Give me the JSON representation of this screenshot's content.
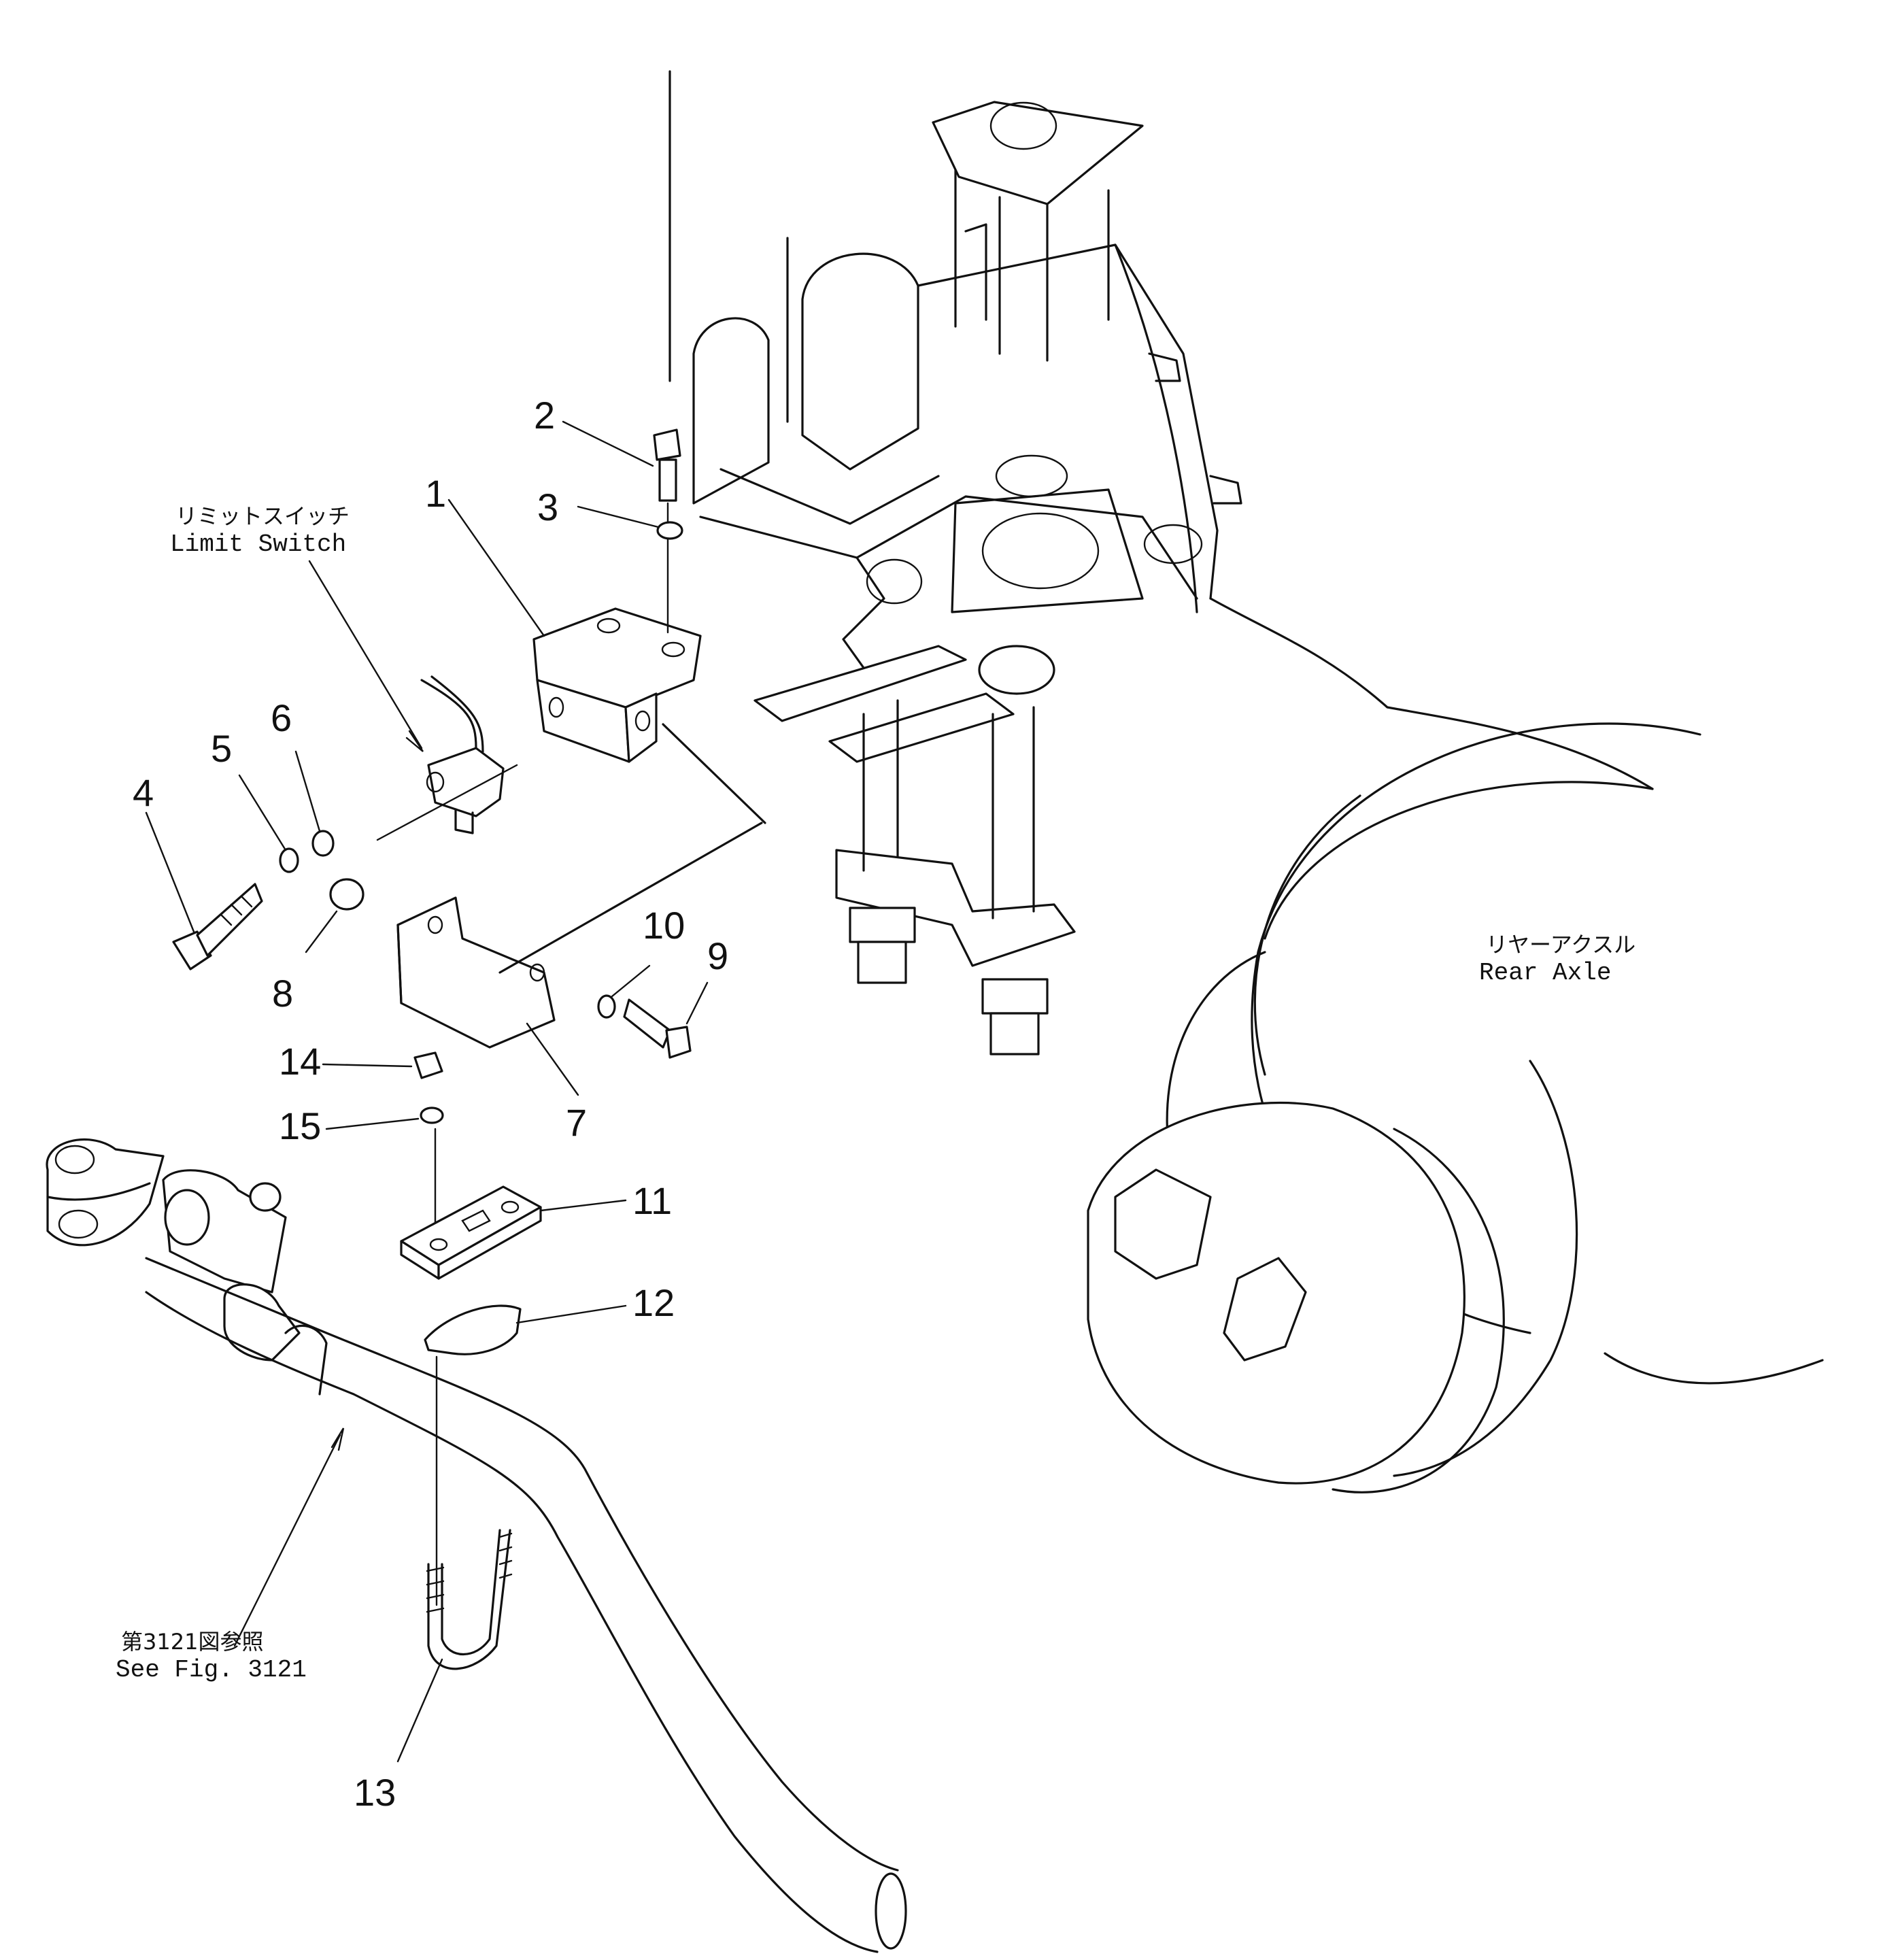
{
  "callouts": [
    {
      "id": "1",
      "label": "1"
    },
    {
      "id": "2",
      "label": "2"
    },
    {
      "id": "3",
      "label": "3"
    },
    {
      "id": "4",
      "label": "4"
    },
    {
      "id": "5",
      "label": "5"
    },
    {
      "id": "6",
      "label": "6"
    },
    {
      "id": "7",
      "label": "7"
    },
    {
      "id": "8",
      "label": "8"
    },
    {
      "id": "9",
      "label": "9"
    },
    {
      "id": "10",
      "label": "10"
    },
    {
      "id": "11",
      "label": "11"
    },
    {
      "id": "12",
      "label": "12"
    },
    {
      "id": "13",
      "label": "13"
    },
    {
      "id": "14",
      "label": "14"
    },
    {
      "id": "15",
      "label": "15"
    }
  ],
  "notes": {
    "limit_switch_jp": "リミットスイッチ",
    "limit_switch_en": "Limit  Switch",
    "rear_axle_jp": "リヤーアクスル",
    "rear_axle_en": "Rear  Axle",
    "see_fig_jp": "第3121図参照",
    "see_fig_en": "See  Fig.  3121"
  },
  "colors": {
    "ink": "#111111",
    "paper": "#ffffff"
  }
}
